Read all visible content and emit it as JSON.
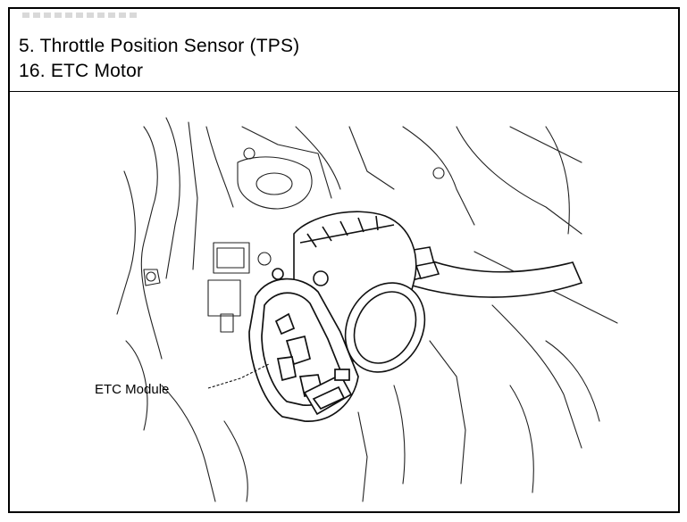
{
  "caption": {
    "line1": "5. Throttle Position Sensor (TPS)",
    "line2": "16. ETC Motor"
  },
  "figure": {
    "callout_label": "ETC Module"
  }
}
